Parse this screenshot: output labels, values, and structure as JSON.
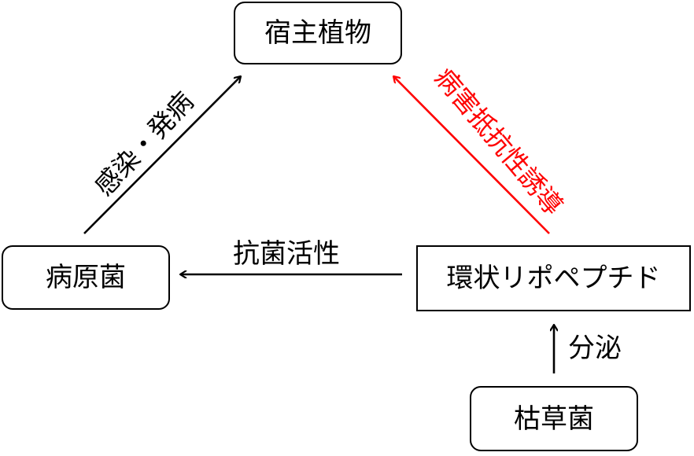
{
  "nodes": {
    "host": "宿主植物",
    "pathogen": "病原菌",
    "peptide": "環状リポペプチド",
    "bacillus": "枯草菌"
  },
  "edges": {
    "infection": "感染・発病",
    "resistance": "病害抵抗性誘導",
    "antibacterial": "抗菌活性",
    "secretion": "分泌"
  },
  "colors": {
    "default": "#000000",
    "highlight": "#ff0000"
  }
}
